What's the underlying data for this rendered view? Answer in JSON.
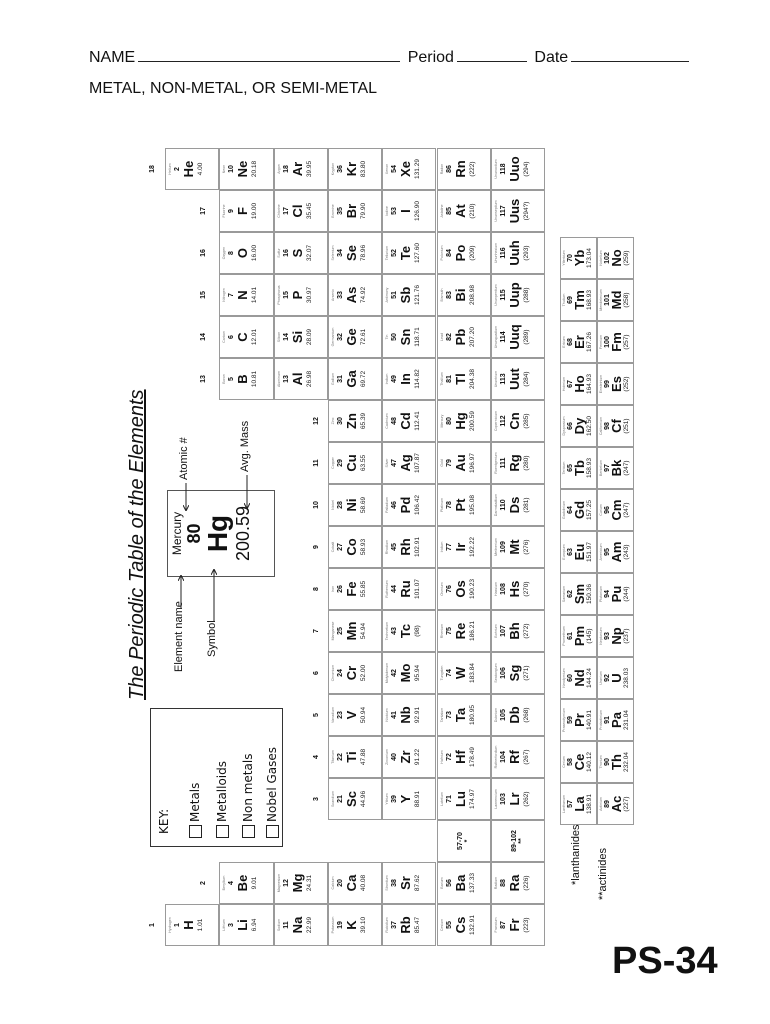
{
  "header": {
    "name_label": "NAME",
    "period_label": "Period",
    "date_label": "Date",
    "instruction": "METAL, NON-METAL, OR SEMI-METAL"
  },
  "title": "The Periodic Table of the Elements",
  "key": {
    "title": "KEY:",
    "items": [
      "Metals",
      "Metalloids",
      "Non metals",
      "Nobel Gases"
    ]
  },
  "example": {
    "name": "Mercury",
    "number": "80",
    "symbol": "Hg",
    "mass": "200.59",
    "label_name": "Element name",
    "label_symbol": "Symbol",
    "label_number": "Atomic #",
    "label_mass": "Avg. Mass"
  },
  "group_labels": [
    "1",
    "2",
    "3",
    "4",
    "5",
    "6",
    "7",
    "8",
    "9",
    "10",
    "11",
    "12",
    "13",
    "14",
    "15",
    "16",
    "17",
    "18"
  ],
  "placeholders": [
    {
      "period": 6,
      "range": "57-70",
      "mark": "*"
    },
    {
      "period": 7,
      "range": "89-102",
      "mark": "**"
    }
  ],
  "series_labels": {
    "lanthanides": "*lanthanides",
    "actinides": "**actinides"
  },
  "elements": [
    {
      "name": "Hydrogen",
      "number": "1",
      "symbol": "H",
      "mass": "1.01",
      "period": 1,
      "group": 1
    },
    {
      "name": "Helium",
      "number": "2",
      "symbol": "He",
      "mass": "4.00",
      "period": 1,
      "group": 18
    },
    {
      "name": "Lithium",
      "number": "3",
      "symbol": "Li",
      "mass": "6.94",
      "period": 2,
      "group": 1
    },
    {
      "name": "Beryllium",
      "number": "4",
      "symbol": "Be",
      "mass": "9.01",
      "period": 2,
      "group": 2
    },
    {
      "name": "Boron",
      "number": "5",
      "symbol": "B",
      "mass": "10.81",
      "period": 2,
      "group": 13
    },
    {
      "name": "Carbon",
      "number": "6",
      "symbol": "C",
      "mass": "12.01",
      "period": 2,
      "group": 14
    },
    {
      "name": "Nitrogen",
      "number": "7",
      "symbol": "N",
      "mass": "14.01",
      "period": 2,
      "group": 15
    },
    {
      "name": "Oxygen",
      "number": "8",
      "symbol": "O",
      "mass": "16.00",
      "period": 2,
      "group": 16
    },
    {
      "name": "Fluorine",
      "number": "9",
      "symbol": "F",
      "mass": "19.00",
      "period": 2,
      "group": 17
    },
    {
      "name": "Neon",
      "number": "10",
      "symbol": "Ne",
      "mass": "20.18",
      "period": 2,
      "group": 18
    },
    {
      "name": "Sodium",
      "number": "11",
      "symbol": "Na",
      "mass": "22.99",
      "period": 3,
      "group": 1
    },
    {
      "name": "Magnesium",
      "number": "12",
      "symbol": "Mg",
      "mass": "24.31",
      "period": 3,
      "group": 2
    },
    {
      "name": "Aluminum",
      "number": "13",
      "symbol": "Al",
      "mass": "26.98",
      "period": 3,
      "group": 13
    },
    {
      "name": "Silicon",
      "number": "14",
      "symbol": "Si",
      "mass": "28.09",
      "period": 3,
      "group": 14
    },
    {
      "name": "Phosphorus",
      "number": "15",
      "symbol": "P",
      "mass": "30.97",
      "period": 3,
      "group": 15
    },
    {
      "name": "Sulfur",
      "number": "16",
      "symbol": "S",
      "mass": "32.07",
      "period": 3,
      "group": 16
    },
    {
      "name": "Chlorine",
      "number": "17",
      "symbol": "Cl",
      "mass": "35.45",
      "period": 3,
      "group": 17
    },
    {
      "name": "Argon",
      "number": "18",
      "symbol": "Ar",
      "mass": "39.95",
      "period": 3,
      "group": 18
    },
    {
      "name": "Potassium",
      "number": "19",
      "symbol": "K",
      "mass": "39.10",
      "period": 4,
      "group": 1
    },
    {
      "name": "Calcium",
      "number": "20",
      "symbol": "Ca",
      "mass": "40.08",
      "period": 4,
      "group": 2
    },
    {
      "name": "Scandium",
      "number": "21",
      "symbol": "Sc",
      "mass": "44.96",
      "period": 4,
      "group": 3
    },
    {
      "name": "Titanium",
      "number": "22",
      "symbol": "Ti",
      "mass": "47.88",
      "period": 4,
      "group": 4
    },
    {
      "name": "Vanadium",
      "number": "23",
      "symbol": "V",
      "mass": "50.94",
      "period": 4,
      "group": 5
    },
    {
      "name": "Chromium",
      "number": "24",
      "symbol": "Cr",
      "mass": "52.00",
      "period": 4,
      "group": 6
    },
    {
      "name": "Manganese",
      "number": "25",
      "symbol": "Mn",
      "mass": "54.94",
      "period": 4,
      "group": 7
    },
    {
      "name": "Iron",
      "number": "26",
      "symbol": "Fe",
      "mass": "55.85",
      "period": 4,
      "group": 8
    },
    {
      "name": "Cobalt",
      "number": "27",
      "symbol": "Co",
      "mass": "58.93",
      "period": 4,
      "group": 9
    },
    {
      "name": "Nickel",
      "number": "28",
      "symbol": "Ni",
      "mass": "58.69",
      "period": 4,
      "group": 10
    },
    {
      "name": "Copper",
      "number": "29",
      "symbol": "Cu",
      "mass": "63.55",
      "period": 4,
      "group": 11
    },
    {
      "name": "Zinc",
      "number": "30",
      "symbol": "Zn",
      "mass": "65.39",
      "period": 4,
      "group": 12
    },
    {
      "name": "Gallium",
      "number": "31",
      "symbol": "Ga",
      "mass": "69.72",
      "period": 4,
      "group": 13
    },
    {
      "name": "Germanium",
      "number": "32",
      "symbol": "Ge",
      "mass": "72.61",
      "period": 4,
      "group": 14
    },
    {
      "name": "Arsenic",
      "number": "33",
      "symbol": "As",
      "mass": "74.92",
      "period": 4,
      "group": 15
    },
    {
      "name": "Selenium",
      "number": "34",
      "symbol": "Se",
      "mass": "78.96",
      "period": 4,
      "group": 16
    },
    {
      "name": "Bromine",
      "number": "35",
      "symbol": "Br",
      "mass": "79.90",
      "period": 4,
      "group": 17
    },
    {
      "name": "Krypton",
      "number": "36",
      "symbol": "Kr",
      "mass": "83.80",
      "period": 4,
      "group": 18
    },
    {
      "name": "Rubidium",
      "number": "37",
      "symbol": "Rb",
      "mass": "85.47",
      "period": 5,
      "group": 1
    },
    {
      "name": "Strontium",
      "number": "38",
      "symbol": "Sr",
      "mass": "87.62",
      "period": 5,
      "group": 2
    },
    {
      "name": "Yttrium",
      "number": "39",
      "symbol": "Y",
      "mass": "88.91",
      "period": 5,
      "group": 3
    },
    {
      "name": "Zirconium",
      "number": "40",
      "symbol": "Zr",
      "mass": "91.22",
      "period": 5,
      "group": 4
    },
    {
      "name": "Niobium",
      "number": "41",
      "symbol": "Nb",
      "mass": "92.91",
      "period": 5,
      "group": 5
    },
    {
      "name": "Molybdenum",
      "number": "42",
      "symbol": "Mo",
      "mass": "95.94",
      "period": 5,
      "group": 6
    },
    {
      "name": "Technetium",
      "number": "43",
      "symbol": "Tc",
      "mass": "(98)",
      "period": 5,
      "group": 7
    },
    {
      "name": "Ruthenium",
      "number": "44",
      "symbol": "Ru",
      "mass": "101.07",
      "period": 5,
      "group": 8
    },
    {
      "name": "Rhodium",
      "number": "45",
      "symbol": "Rh",
      "mass": "102.91",
      "period": 5,
      "group": 9
    },
    {
      "name": "Palladium",
      "number": "46",
      "symbol": "Pd",
      "mass": "106.42",
      "period": 5,
      "group": 10
    },
    {
      "name": "Silver",
      "number": "47",
      "symbol": "Ag",
      "mass": "107.87",
      "period": 5,
      "group": 11
    },
    {
      "name": "Cadmium",
      "number": "48",
      "symbol": "Cd",
      "mass": "112.41",
      "period": 5,
      "group": 12
    },
    {
      "name": "Indium",
      "number": "49",
      "symbol": "In",
      "mass": "114.82",
      "period": 5,
      "group": 13
    },
    {
      "name": "Tin",
      "number": "50",
      "symbol": "Sn",
      "mass": "118.71",
      "period": 5,
      "group": 14
    },
    {
      "name": "Antimony",
      "number": "51",
      "symbol": "Sb",
      "mass": "121.76",
      "period": 5,
      "group": 15
    },
    {
      "name": "Tellurium",
      "number": "52",
      "symbol": "Te",
      "mass": "127.60",
      "period": 5,
      "group": 16
    },
    {
      "name": "Iodine",
      "number": "53",
      "symbol": "I",
      "mass": "126.90",
      "period": 5,
      "group": 17
    },
    {
      "name": "Xenon",
      "number": "54",
      "symbol": "Xe",
      "mass": "131.29",
      "period": 5,
      "group": 18
    },
    {
      "name": "Cesium",
      "number": "55",
      "symbol": "Cs",
      "mass": "132.91",
      "period": 6,
      "group": 1
    },
    {
      "name": "Barium",
      "number": "56",
      "symbol": "Ba",
      "mass": "137.33",
      "period": 6,
      "group": 2
    },
    {
      "name": "Lutetium",
      "number": "71",
      "symbol": "Lu",
      "mass": "174.97",
      "period": 6,
      "group": 3
    },
    {
      "name": "Hafnium",
      "number": "72",
      "symbol": "Hf",
      "mass": "178.49",
      "period": 6,
      "group": 4
    },
    {
      "name": "Tantalum",
      "number": "73",
      "symbol": "Ta",
      "mass": "180.95",
      "period": 6,
      "group": 5
    },
    {
      "name": "Tungsten",
      "number": "74",
      "symbol": "W",
      "mass": "183.84",
      "period": 6,
      "group": 6
    },
    {
      "name": "Rhenium",
      "number": "75",
      "symbol": "Re",
      "mass": "186.21",
      "period": 6,
      "group": 7
    },
    {
      "name": "Osmium",
      "number": "76",
      "symbol": "Os",
      "mass": "190.23",
      "period": 6,
      "group": 8
    },
    {
      "name": "Iridium",
      "number": "77",
      "symbol": "Ir",
      "mass": "192.22",
      "period": 6,
      "group": 9
    },
    {
      "name": "Platinum",
      "number": "78",
      "symbol": "Pt",
      "mass": "195.08",
      "period": 6,
      "group": 10
    },
    {
      "name": "Gold",
      "number": "79",
      "symbol": "Au",
      "mass": "196.97",
      "period": 6,
      "group": 11
    },
    {
      "name": "Mercury",
      "number": "80",
      "symbol": "Hg",
      "mass": "200.59",
      "period": 6,
      "group": 12
    },
    {
      "name": "Thallium",
      "number": "81",
      "symbol": "Tl",
      "mass": "204.38",
      "period": 6,
      "group": 13
    },
    {
      "name": "Lead",
      "number": "82",
      "symbol": "Pb",
      "mass": "207.20",
      "period": 6,
      "group": 14
    },
    {
      "name": "Bismuth",
      "number": "83",
      "symbol": "Bi",
      "mass": "208.98",
      "period": 6,
      "group": 15
    },
    {
      "name": "Polonium",
      "number": "84",
      "symbol": "Po",
      "mass": "(209)",
      "period": 6,
      "group": 16
    },
    {
      "name": "Astatine",
      "number": "85",
      "symbol": "At",
      "mass": "(210)",
      "period": 6,
      "group": 17
    },
    {
      "name": "Radon",
      "number": "86",
      "symbol": "Rn",
      "mass": "(222)",
      "period": 6,
      "group": 18
    },
    {
      "name": "Francium",
      "number": "87",
      "symbol": "Fr",
      "mass": "(223)",
      "period": 7,
      "group": 1
    },
    {
      "name": "Radium",
      "number": "88",
      "symbol": "Ra",
      "mass": "(226)",
      "period": 7,
      "group": 2
    },
    {
      "name": "Lawrencium",
      "number": "103",
      "symbol": "Lr",
      "mass": "(262)",
      "period": 7,
      "group": 3
    },
    {
      "name": "Rutherfordium",
      "number": "104",
      "symbol": "Rf",
      "mass": "(267)",
      "period": 7,
      "group": 4
    },
    {
      "name": "Dubnium",
      "number": "105",
      "symbol": "Db",
      "mass": "(268)",
      "period": 7,
      "group": 5
    },
    {
      "name": "Seaborgium",
      "number": "106",
      "symbol": "Sg",
      "mass": "(271)",
      "period": 7,
      "group": 6
    },
    {
      "name": "Bohrium",
      "number": "107",
      "symbol": "Bh",
      "mass": "(272)",
      "period": 7,
      "group": 7
    },
    {
      "name": "Hassium",
      "number": "108",
      "symbol": "Hs",
      "mass": "(270)",
      "period": 7,
      "group": 8
    },
    {
      "name": "Meitnerium",
      "number": "109",
      "symbol": "Mt",
      "mass": "(276)",
      "period": 7,
      "group": 9
    },
    {
      "name": "Darmstadtium",
      "number": "110",
      "symbol": "Ds",
      "mass": "(281)",
      "period": 7,
      "group": 10
    },
    {
      "name": "Roentgenium",
      "number": "111",
      "symbol": "Rg",
      "mass": "(280)",
      "period": 7,
      "group": 11
    },
    {
      "name": "Copernicium",
      "number": "112",
      "symbol": "Cn",
      "mass": "(285)",
      "period": 7,
      "group": 12
    },
    {
      "name": "Ununtrium",
      "number": "113",
      "symbol": "Uut",
      "mass": "(284)",
      "period": 7,
      "group": 13
    },
    {
      "name": "Ununquadium",
      "number": "114",
      "symbol": "Uuq",
      "mass": "(289)",
      "period": 7,
      "group": 14
    },
    {
      "name": "Ununpentium",
      "number": "115",
      "symbol": "Uup",
      "mass": "(288)",
      "period": 7,
      "group": 15
    },
    {
      "name": "Ununhexium",
      "number": "116",
      "symbol": "Uuh",
      "mass": "(293)",
      "period": 7,
      "group": 16
    },
    {
      "name": "Ununseptium",
      "number": "117",
      "symbol": "Uus",
      "mass": "(294?)",
      "period": 7,
      "group": 17
    },
    {
      "name": "Ununoctium",
      "number": "118",
      "symbol": "Uuo",
      "mass": "(294)",
      "period": 7,
      "group": 18
    }
  ],
  "lanthanides": [
    {
      "name": "Lanthanum",
      "number": "57",
      "symbol": "La",
      "mass": "138.91"
    },
    {
      "name": "Cerium",
      "number": "58",
      "symbol": "Ce",
      "mass": "140.12"
    },
    {
      "name": "Praseodymium",
      "number": "59",
      "symbol": "Pr",
      "mass": "140.91"
    },
    {
      "name": "Neodymium",
      "number": "60",
      "symbol": "Nd",
      "mass": "144.24"
    },
    {
      "name": "Promethium",
      "number": "61",
      "symbol": "Pm",
      "mass": "(145)"
    },
    {
      "name": "Samarium",
      "number": "62",
      "symbol": "Sm",
      "mass": "150.36"
    },
    {
      "name": "Europium",
      "number": "63",
      "symbol": "Eu",
      "mass": "151.97"
    },
    {
      "name": "Gadolinium",
      "number": "64",
      "symbol": "Gd",
      "mass": "157.25"
    },
    {
      "name": "Terbium",
      "number": "65",
      "symbol": "Tb",
      "mass": "158.93"
    },
    {
      "name": "Dysprosium",
      "number": "66",
      "symbol": "Dy",
      "mass": "162.50"
    },
    {
      "name": "Holmium",
      "number": "67",
      "symbol": "Ho",
      "mass": "164.93"
    },
    {
      "name": "Erbium",
      "number": "68",
      "symbol": "Er",
      "mass": "167.26"
    },
    {
      "name": "Thulium",
      "number": "69",
      "symbol": "Tm",
      "mass": "168.93"
    },
    {
      "name": "Ytterbium",
      "number": "70",
      "symbol": "Yb",
      "mass": "173.04"
    }
  ],
  "actinides": [
    {
      "name": "Actinium",
      "number": "89",
      "symbol": "Ac",
      "mass": "(227)"
    },
    {
      "name": "Thorium",
      "number": "90",
      "symbol": "Th",
      "mass": "232.04"
    },
    {
      "name": "Protactinium",
      "number": "91",
      "symbol": "Pa",
      "mass": "231.04"
    },
    {
      "name": "Uranium",
      "number": "92",
      "symbol": "U",
      "mass": "238.03"
    },
    {
      "name": "Neptunium",
      "number": "93",
      "symbol": "Np",
      "mass": "(237)"
    },
    {
      "name": "Plutonium",
      "number": "94",
      "symbol": "Pu",
      "mass": "(244)"
    },
    {
      "name": "Americium",
      "number": "95",
      "symbol": "Am",
      "mass": "(243)"
    },
    {
      "name": "Curium",
      "number": "96",
      "symbol": "Cm",
      "mass": "(247)"
    },
    {
      "name": "Berkelium",
      "number": "97",
      "symbol": "Bk",
      "mass": "(247)"
    },
    {
      "name": "Californium",
      "number": "98",
      "symbol": "Cf",
      "mass": "(251)"
    },
    {
      "name": "Einsteinium",
      "number": "99",
      "symbol": "Es",
      "mass": "(252)"
    },
    {
      "name": "Fermium",
      "number": "100",
      "symbol": "Fm",
      "mass": "(257)"
    },
    {
      "name": "Mendelevium",
      "number": "101",
      "symbol": "Md",
      "mass": "(258)"
    },
    {
      "name": "Nobelium",
      "number": "102",
      "symbol": "No",
      "mass": "(259)"
    }
  ],
  "footer": {
    "code": "PS-34"
  }
}
